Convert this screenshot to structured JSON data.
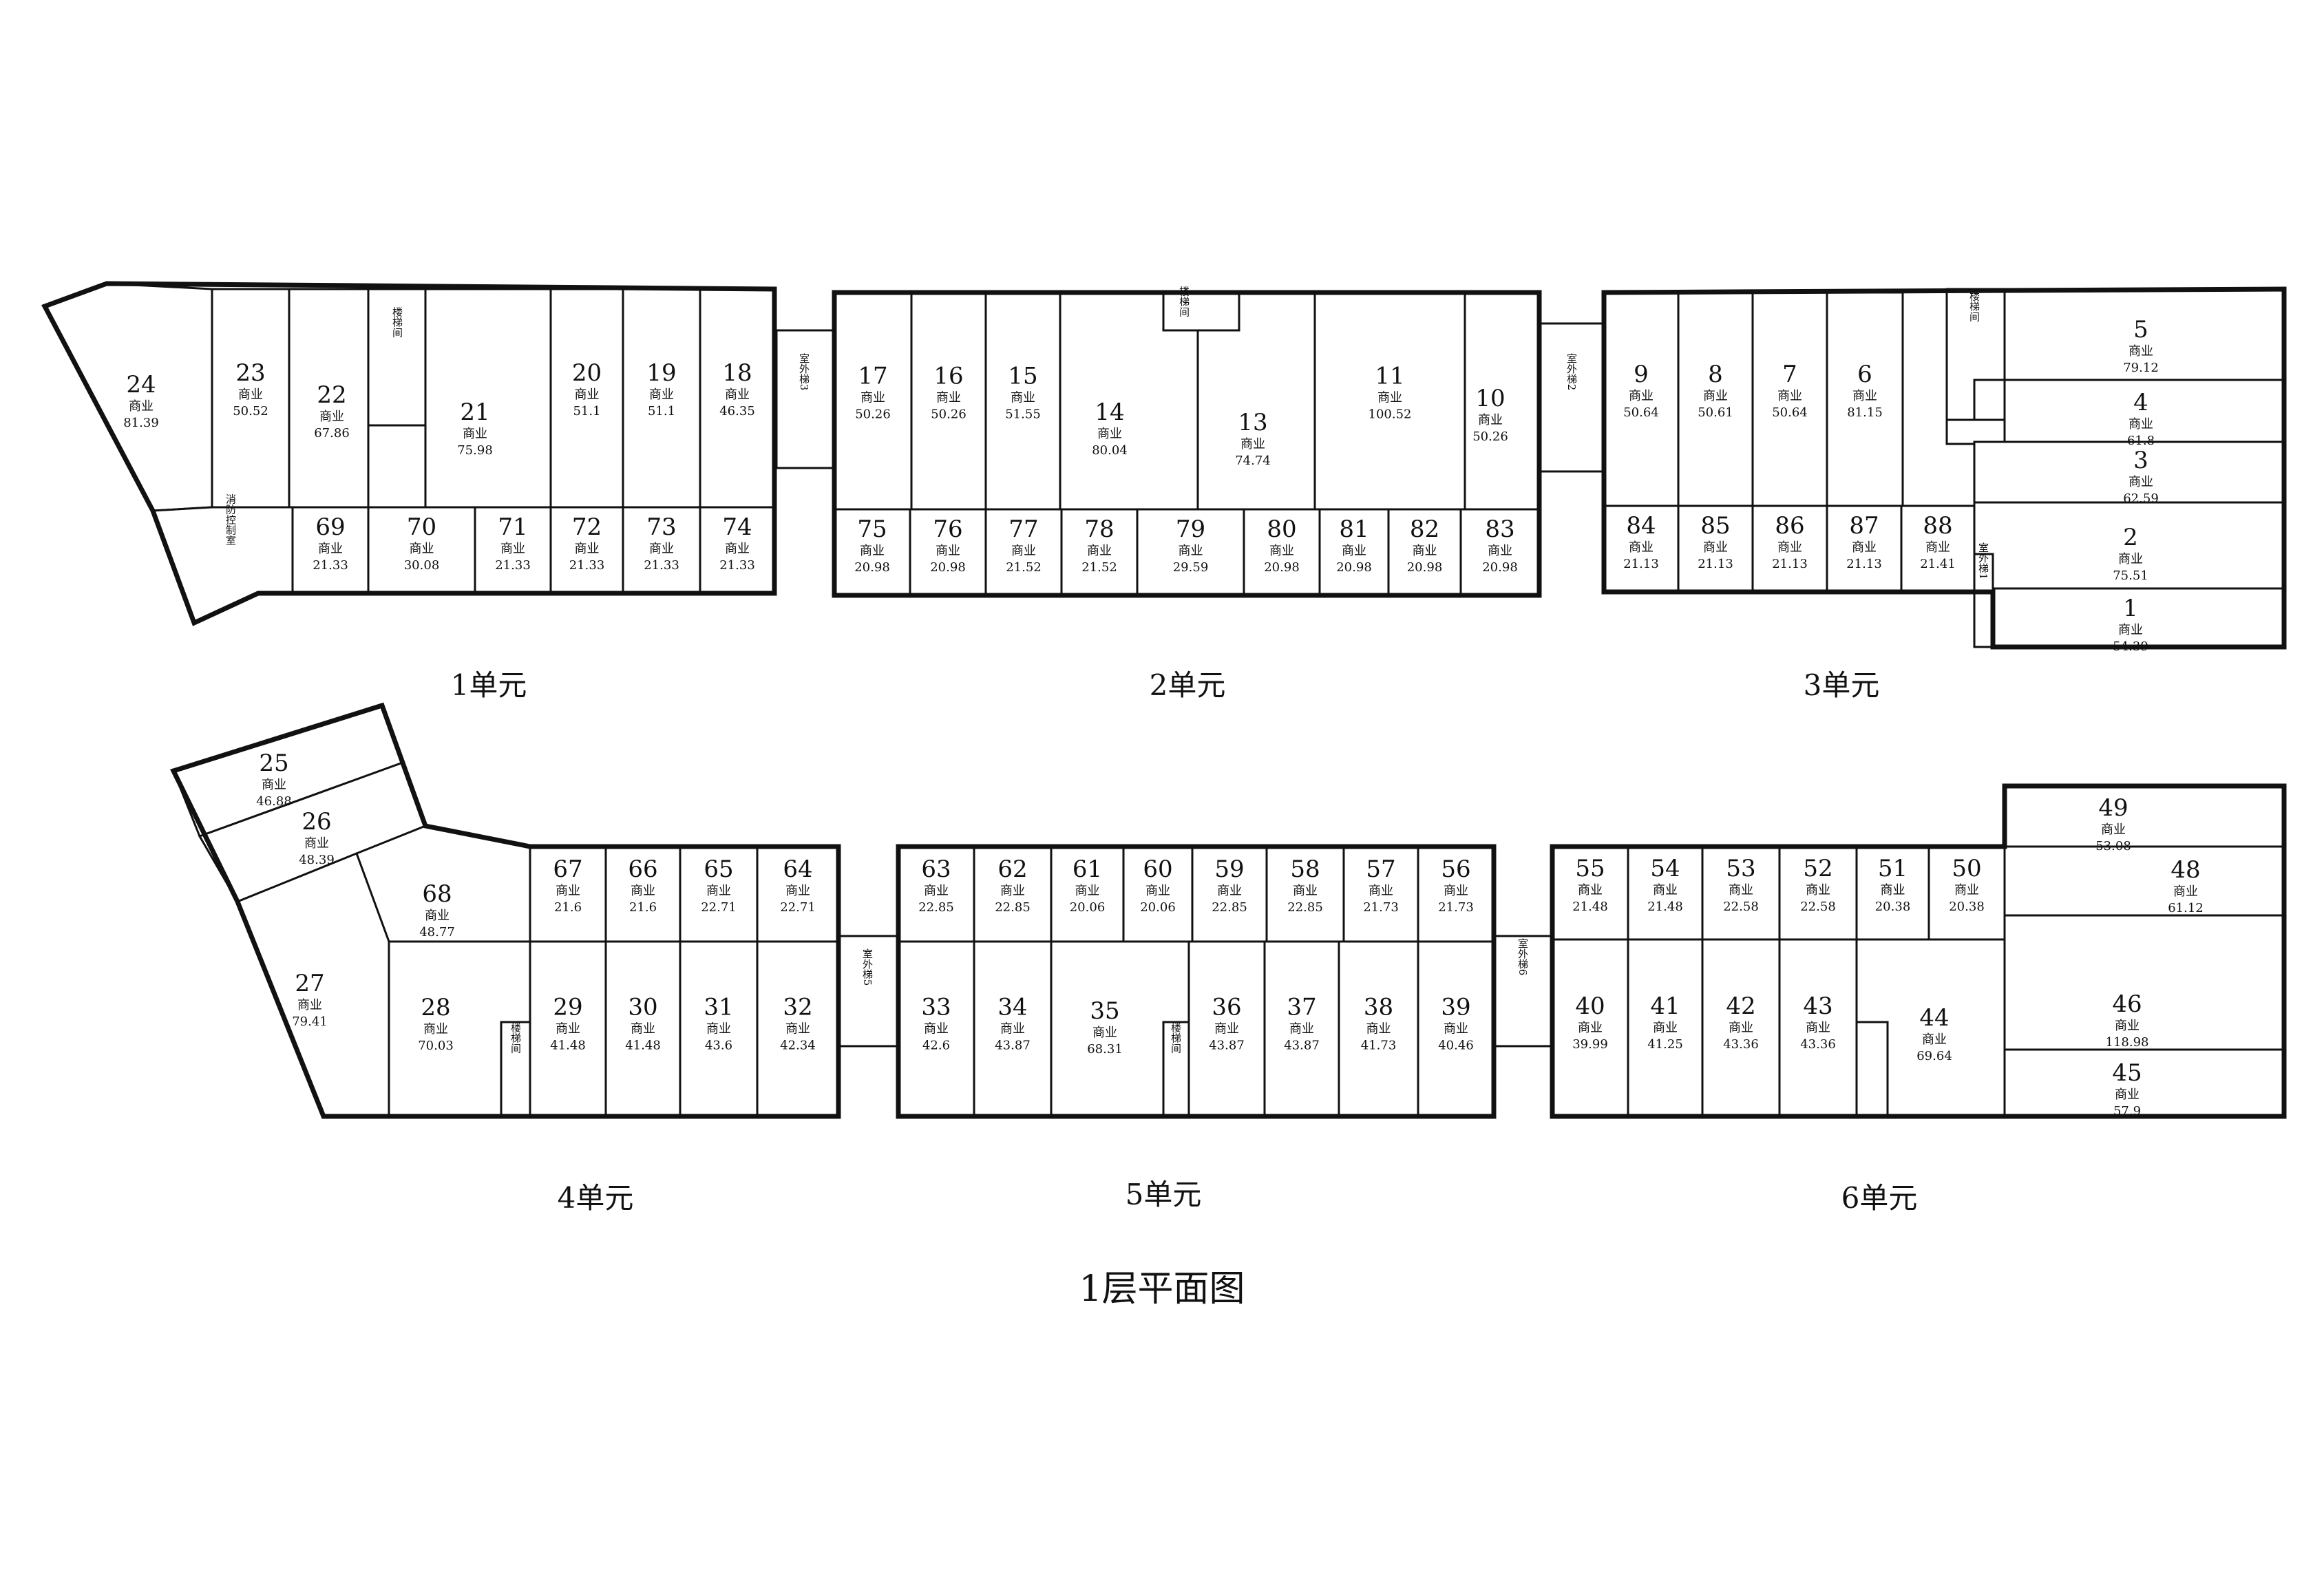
{
  "title": "1层平面图",
  "units": [
    {
      "key": "u1",
      "label": "1单元"
    },
    {
      "key": "u2",
      "label": "2单元"
    },
    {
      "key": "u3",
      "label": "3单元"
    },
    {
      "key": "u4",
      "label": "4单元"
    },
    {
      "key": "u5",
      "label": "5单元"
    },
    {
      "key": "u6",
      "label": "6单元"
    }
  ],
  "rooms": [
    {
      "n": "24",
      "use": "商业",
      "area": "81.39"
    },
    {
      "n": "23",
      "use": "商业",
      "area": "50.52"
    },
    {
      "n": "22",
      "use": "商业",
      "area": "67.86"
    },
    {
      "n": "21",
      "use": "商业",
      "area": "75.98"
    },
    {
      "n": "20",
      "use": "商业",
      "area": "51.1"
    },
    {
      "n": "19",
      "use": "商业",
      "area": "51.1"
    },
    {
      "n": "18",
      "use": "商业",
      "area": "46.35"
    },
    {
      "n": "69",
      "use": "商业",
      "area": "21.33"
    },
    {
      "n": "70",
      "use": "商业",
      "area": "30.08"
    },
    {
      "n": "71",
      "use": "商业",
      "area": "21.33"
    },
    {
      "n": "72",
      "use": "商业",
      "area": "21.33"
    },
    {
      "n": "73",
      "use": "商业",
      "area": "21.33"
    },
    {
      "n": "74",
      "use": "商业",
      "area": "21.33"
    },
    {
      "n": "17",
      "use": "商业",
      "area": "50.26"
    },
    {
      "n": "16",
      "use": "商业",
      "area": "50.26"
    },
    {
      "n": "15",
      "use": "商业",
      "area": "51.55"
    },
    {
      "n": "14",
      "use": "商业",
      "area": "80.04"
    },
    {
      "n": "13",
      "use": "商业",
      "area": "74.74"
    },
    {
      "n": "11",
      "use": "商业",
      "area": "100.52"
    },
    {
      "n": "10",
      "use": "商业",
      "area": "50.26"
    },
    {
      "n": "75",
      "use": "商业",
      "area": "20.98"
    },
    {
      "n": "76",
      "use": "商业",
      "area": "20.98"
    },
    {
      "n": "77",
      "use": "商业",
      "area": "21.52"
    },
    {
      "n": "78",
      "use": "商业",
      "area": "21.52"
    },
    {
      "n": "79",
      "use": "商业",
      "area": "29.59"
    },
    {
      "n": "80",
      "use": "商业",
      "area": "20.98"
    },
    {
      "n": "81",
      "use": "商业",
      "area": "20.98"
    },
    {
      "n": "82",
      "use": "商业",
      "area": "20.98"
    },
    {
      "n": "83",
      "use": "商业",
      "area": "20.98"
    },
    {
      "n": "9",
      "use": "商业",
      "area": "50.64"
    },
    {
      "n": "8",
      "use": "商业",
      "area": "50.61"
    },
    {
      "n": "7",
      "use": "商业",
      "area": "50.64"
    },
    {
      "n": "6",
      "use": "商业",
      "area": "81.15"
    },
    {
      "n": "5",
      "use": "商业",
      "area": "79.12"
    },
    {
      "n": "4",
      "use": "商业",
      "area": "61.8"
    },
    {
      "n": "3",
      "use": "商业",
      "area": "62.59"
    },
    {
      "n": "2",
      "use": "商业",
      "area": "75.51"
    },
    {
      "n": "1",
      "use": "商业",
      "area": "54.39"
    },
    {
      "n": "84",
      "use": "商业",
      "area": "21.13"
    },
    {
      "n": "85",
      "use": "商业",
      "area": "21.13"
    },
    {
      "n": "86",
      "use": "商业",
      "area": "21.13"
    },
    {
      "n": "87",
      "use": "商业",
      "area": "21.13"
    },
    {
      "n": "88",
      "use": "商业",
      "area": "21.41"
    },
    {
      "n": "25",
      "use": "商业",
      "area": "46.88"
    },
    {
      "n": "26",
      "use": "商业",
      "area": "48.39"
    },
    {
      "n": "27",
      "use": "商业",
      "area": "79.41"
    },
    {
      "n": "68",
      "use": "商业",
      "area": "48.77"
    },
    {
      "n": "67",
      "use": "商业",
      "area": "21.6"
    },
    {
      "n": "66",
      "use": "商业",
      "area": "21.6"
    },
    {
      "n": "65",
      "use": "商业",
      "area": "22.71"
    },
    {
      "n": "64",
      "use": "商业",
      "area": "22.71"
    },
    {
      "n": "28",
      "use": "商业",
      "area": "70.03"
    },
    {
      "n": "29",
      "use": "商业",
      "area": "41.48"
    },
    {
      "n": "30",
      "use": "商业",
      "area": "41.48"
    },
    {
      "n": "31",
      "use": "商业",
      "area": "43.6"
    },
    {
      "n": "32",
      "use": "商业",
      "area": "42.34"
    },
    {
      "n": "63",
      "use": "商业",
      "area": "22.85"
    },
    {
      "n": "62",
      "use": "商业",
      "area": "22.85"
    },
    {
      "n": "61",
      "use": "商业",
      "area": "20.06"
    },
    {
      "n": "60",
      "use": "商业",
      "area": "20.06"
    },
    {
      "n": "59",
      "use": "商业",
      "area": "22.85"
    },
    {
      "n": "58",
      "use": "商业",
      "area": "22.85"
    },
    {
      "n": "57",
      "use": "商业",
      "area": "21.73"
    },
    {
      "n": "56",
      "use": "商业",
      "area": "21.73"
    },
    {
      "n": "33",
      "use": "商业",
      "area": "42.6"
    },
    {
      "n": "34",
      "use": "商业",
      "area": "43.87"
    },
    {
      "n": "35",
      "use": "商业",
      "area": "68.31"
    },
    {
      "n": "36",
      "use": "商业",
      "area": "43.87"
    },
    {
      "n": "37",
      "use": "商业",
      "area": "43.87"
    },
    {
      "n": "38",
      "use": "商业",
      "area": "41.73"
    },
    {
      "n": "39",
      "use": "商业",
      "area": "40.46"
    },
    {
      "n": "55",
      "use": "商业",
      "area": "21.48"
    },
    {
      "n": "54",
      "use": "商业",
      "area": "21.48"
    },
    {
      "n": "53",
      "use": "商业",
      "area": "22.58"
    },
    {
      "n": "52",
      "use": "商业",
      "area": "22.58"
    },
    {
      "n": "51",
      "use": "商业",
      "area": "20.38"
    },
    {
      "n": "50",
      "use": "商业",
      "area": "20.38"
    },
    {
      "n": "49",
      "use": "商业",
      "area": "53.08"
    },
    {
      "n": "48",
      "use": "商业",
      "area": "61.12"
    },
    {
      "n": "46",
      "use": "商业",
      "area": "118.98"
    },
    {
      "n": "45",
      "use": "商业",
      "area": "57.9"
    },
    {
      "n": "40",
      "use": "商业",
      "area": "39.99"
    },
    {
      "n": "41",
      "use": "商业",
      "area": "41.25"
    },
    {
      "n": "42",
      "use": "商业",
      "area": "43.36"
    },
    {
      "n": "43",
      "use": "商业",
      "area": "43.36"
    },
    {
      "n": "44",
      "use": "商业",
      "area": "69.64"
    }
  ],
  "aux": [
    {
      "key": "fire",
      "text": "消防控制室"
    },
    {
      "key": "stair1",
      "text": "楼梯间"
    },
    {
      "key": "ext3",
      "text": "室外梯3"
    },
    {
      "key": "stair2",
      "text": "楼梯间"
    },
    {
      "key": "ext2",
      "text": "室外梯2"
    },
    {
      "key": "stair3",
      "text": "楼梯间"
    },
    {
      "key": "ext1",
      "text": "室外梯1"
    },
    {
      "key": "stair4",
      "text": "楼梯间"
    },
    {
      "key": "ext5",
      "text": "室外梯5"
    },
    {
      "key": "stair5",
      "text": "楼梯间"
    },
    {
      "key": "ext6",
      "text": "室外梯6"
    }
  ]
}
